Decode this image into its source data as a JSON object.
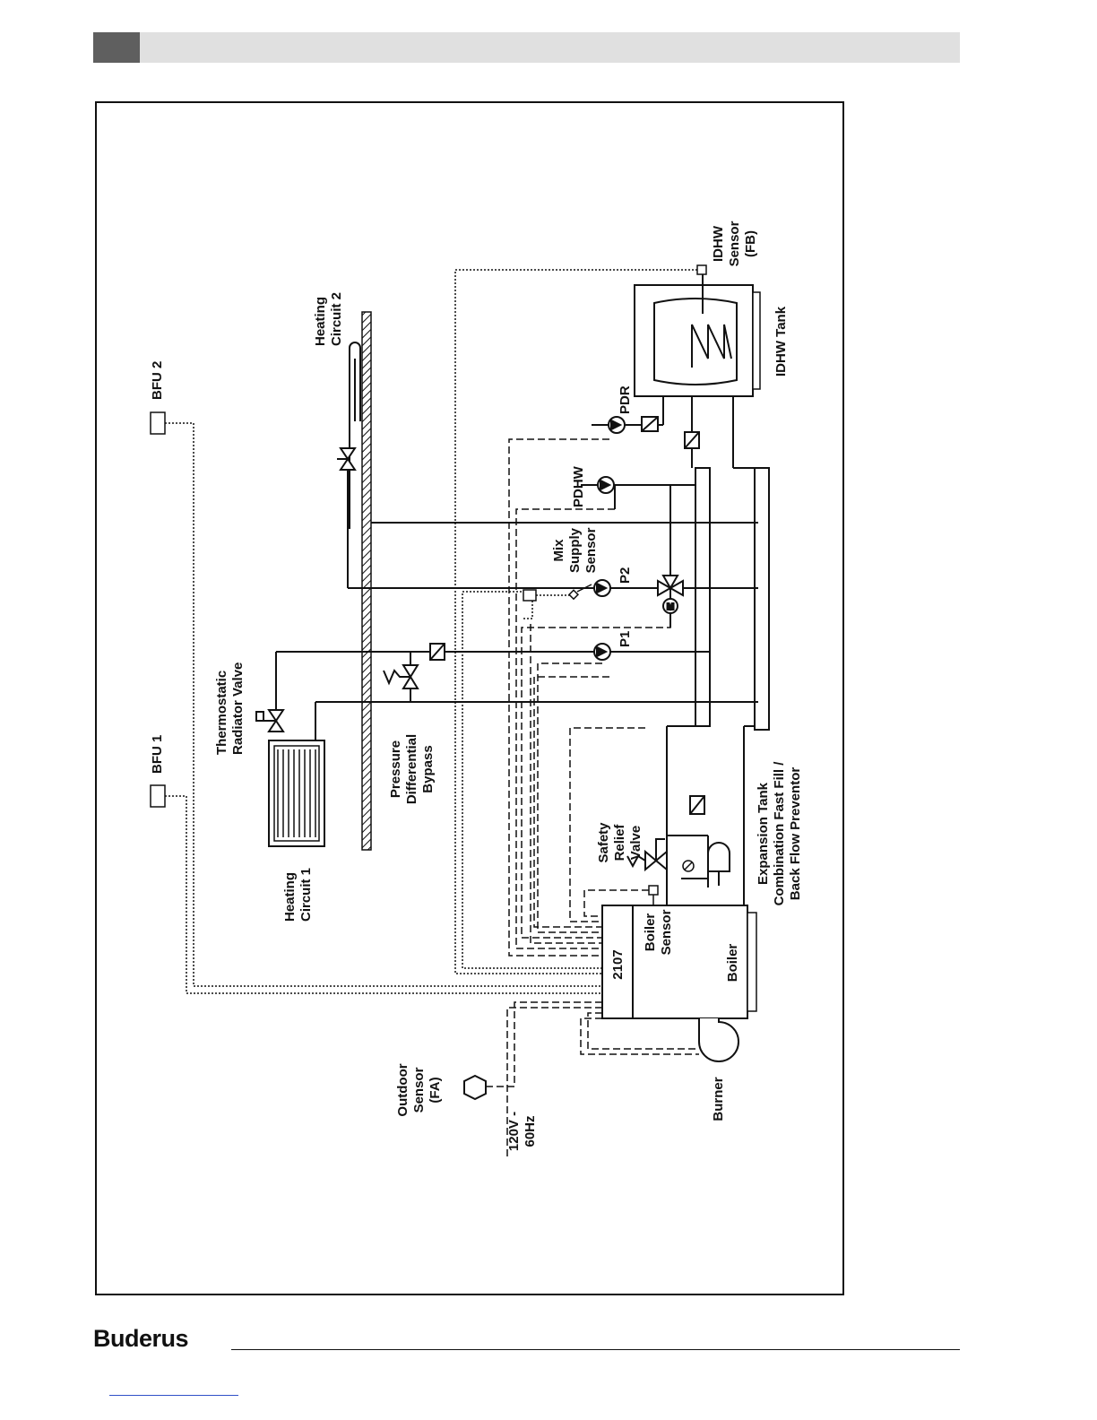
{
  "brand": {
    "logo_text": "Buderus"
  },
  "diagram": {
    "labels": {
      "bfu1": "BFU 1",
      "bfu2": "BFU 2",
      "heating_circuit_1": [
        "Heating",
        "Circuit 1"
      ],
      "heating_circuit_2": [
        "Heating",
        "Circuit 2"
      ],
      "thermostatic_radiator_valve": [
        "Thermostatic",
        "Radiator Valve"
      ],
      "pressure_differential_bypass": [
        "Pressure",
        "Differential",
        "Bypass"
      ],
      "mix_supply_sensor": [
        "Mix",
        "Supply",
        "Sensor"
      ],
      "p1": "P1",
      "p2": "P2",
      "pdhw": "PDHW",
      "pdr": "PDR",
      "idhw_sensor": [
        "IDHW",
        "Sensor",
        "(FB)"
      ],
      "idhw_tank": "IDHW Tank",
      "safety_relief_valve": [
        "Safety",
        "Relief",
        "Valve"
      ],
      "expansion_tank": [
        "Expansion Tank",
        "Combination Fast Fill /",
        "Back Flow Preventor"
      ],
      "boiler_sensor": [
        "Boiler",
        "Sensor"
      ],
      "boiler": "Boiler",
      "controller": "2107",
      "burner": "Burner",
      "outdoor_sensor": [
        "Outdoor",
        "Sensor",
        "(FA)"
      ],
      "power": [
        "120V -",
        "60Hz"
      ]
    }
  }
}
